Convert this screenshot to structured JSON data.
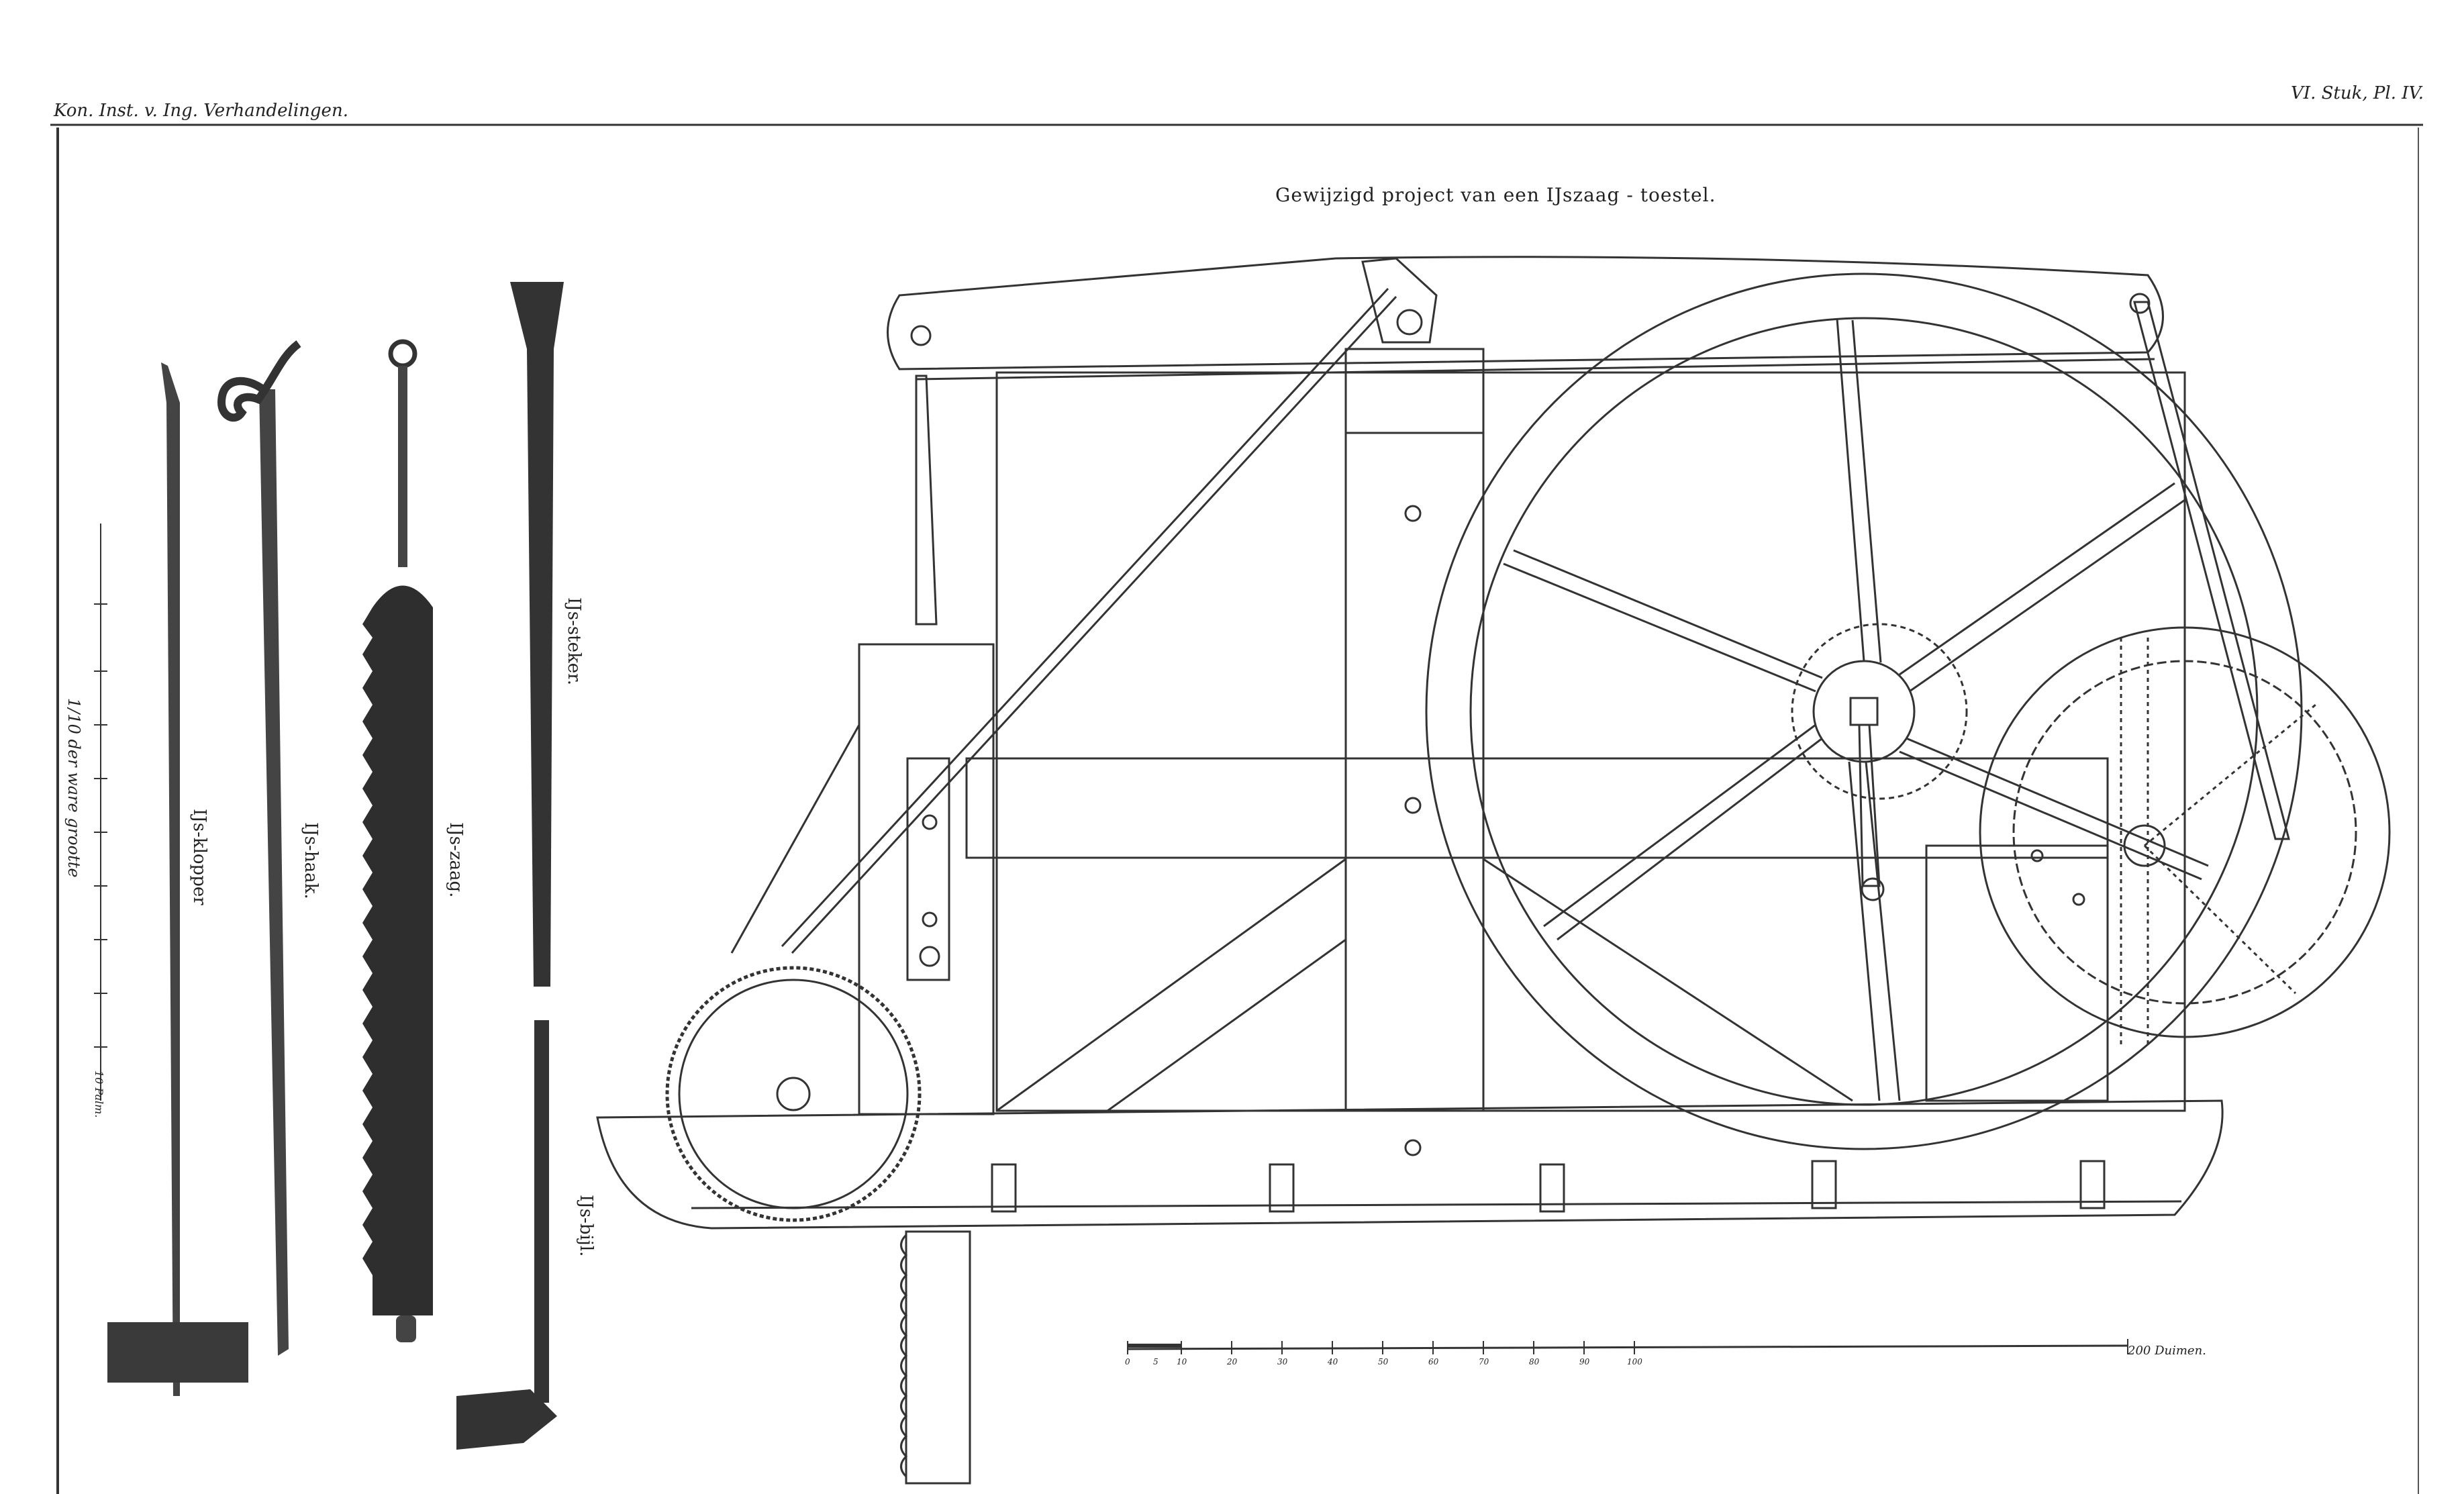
{
  "header": {
    "left": "Kon.  Inst. v. Ing. Verhandelingen.",
    "right": "VI. Stuk, Pl. IV."
  },
  "title": "Gewijzigd project van een IJszaag - toestel.",
  "tools": [
    {
      "label": "IJs-klopper"
    },
    {
      "label": "IJs-haak."
    },
    {
      "label": "IJs-zaag."
    },
    {
      "label": "IJs-steker."
    },
    {
      "label": "IJs-bijl."
    }
  ],
  "left_scale": {
    "caption": "1/10 der ware grootte",
    "end_label": "10 Palm."
  },
  "bottom_scale": {
    "ticks": [
      "0",
      "5",
      "10",
      "20",
      "30",
      "40",
      "50",
      "60",
      "70",
      "80",
      "90",
      "100"
    ],
    "end_label": "200 Duimen."
  }
}
